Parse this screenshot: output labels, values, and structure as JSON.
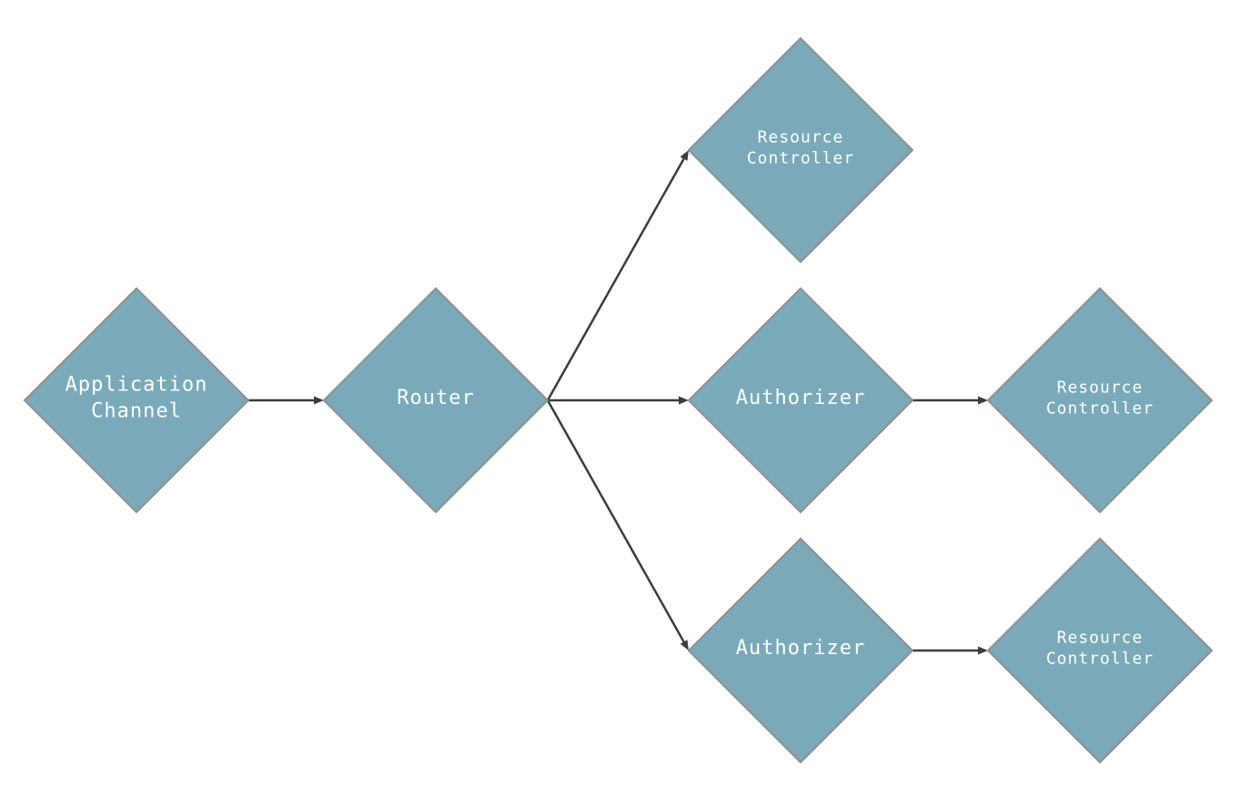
{
  "style": {
    "node_fill": "#7aaaba",
    "node_border": "#8f8f8f",
    "edge_color": "#3c3c3c",
    "background": "#ffffff"
  },
  "nodes": [
    {
      "id": "application-channel",
      "lines": [
        "Application",
        "Channel"
      ]
    },
    {
      "id": "router",
      "lines": [
        "Router"
      ]
    },
    {
      "id": "resource-controller-top",
      "lines": [
        "Resource",
        "Controller"
      ]
    },
    {
      "id": "authorizer-middle",
      "lines": [
        "Authorizer"
      ]
    },
    {
      "id": "resource-controller-middle",
      "lines": [
        "Resource",
        "Controller"
      ]
    },
    {
      "id": "authorizer-bottom",
      "lines": [
        "Authorizer"
      ]
    },
    {
      "id": "resource-controller-bottom",
      "lines": [
        "Resource",
        "Controller"
      ]
    }
  ],
  "edges": [
    {
      "from": "application-channel",
      "to": "router"
    },
    {
      "from": "router",
      "to": "resource-controller-top"
    },
    {
      "from": "router",
      "to": "authorizer-middle"
    },
    {
      "from": "router",
      "to": "authorizer-bottom"
    },
    {
      "from": "authorizer-middle",
      "to": "resource-controller-middle"
    },
    {
      "from": "authorizer-bottom",
      "to": "resource-controller-bottom"
    }
  ]
}
